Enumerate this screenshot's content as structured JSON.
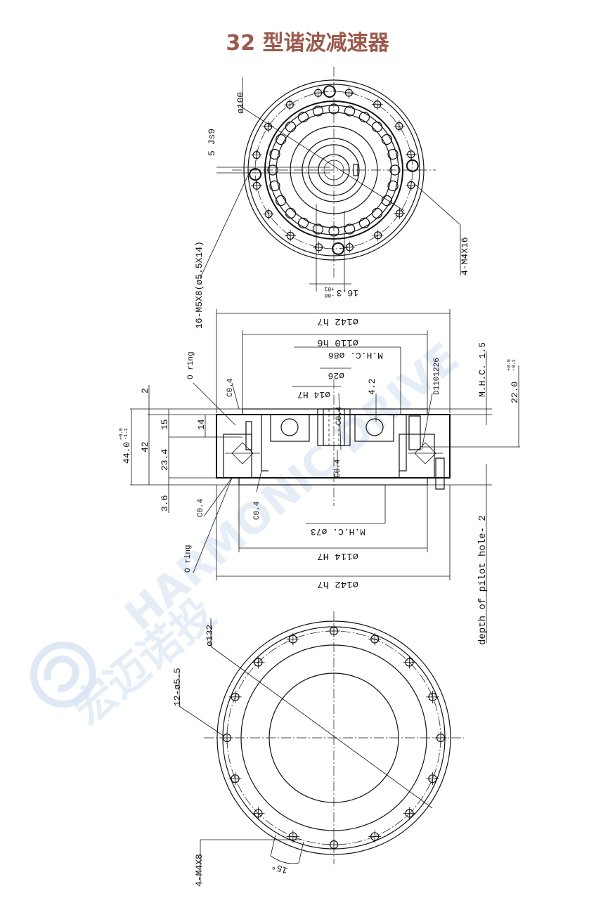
{
  "title": "32 型谐波减速器",
  "colors": {
    "title": "#9b5a4c",
    "line": "#111111",
    "watermark": "#c5d6ec"
  },
  "watermark": {
    "brand": "HARMONIC DRIVE",
    "logo_text": "宏迈诺投"
  },
  "top_view": {
    "dia_ring": "ø100",
    "keyway": "5 Js9",
    "mounting_holes": "16-M5X8(ø5.5X14)",
    "tapped_holes": "4-M4X16",
    "shaft_dim": "16.3",
    "shaft_tol_upper": "+01",
    "shaft_tol_lower": "-00"
  },
  "side_view": {
    "d142_top": "ø142 h7",
    "d110": "ø110 h6",
    "mhc86": "M.H.C. ø86",
    "d26": "ø26",
    "d14": "ø14 H7",
    "d73": "M.H.C. ø73",
    "d114": "ø114 H7",
    "d142_bottom": "ø142 h7",
    "h2": "2",
    "h15": "15",
    "h14": "14",
    "h42": "42",
    "h23_4": "23.4",
    "h3_6": "3.6",
    "h44": "44.0",
    "h44_tol_upper": "+0.0",
    "h44_tol_lower": "-1.1",
    "h4_2": "4.2",
    "h1_5": "M.H.C. 1.5",
    "h22": "22.0",
    "h22_tol_upper": "+0.0",
    "h22_tol_lower": "-0.1",
    "d1101226": "D1101226",
    "c04_a": "C0.4",
    "c04_b": "C0.4",
    "c04_c": "C0.4",
    "c04_d": "C0.4",
    "c04_e": "C0.4",
    "oring_top": "O ring",
    "oring_bottom": "O ring",
    "pilot_note": "depth of pilot hole- 2"
  },
  "bottom_view": {
    "d132": "ø132",
    "holes_12": "12-ø5.5",
    "tapped_4": "4-M4X8",
    "angle": "15°"
  }
}
